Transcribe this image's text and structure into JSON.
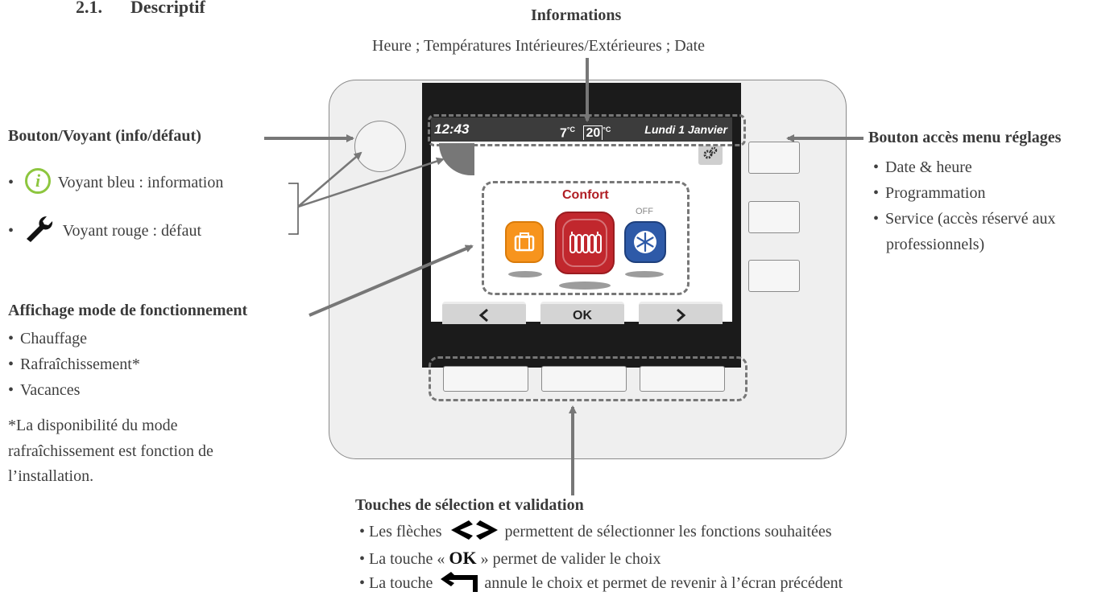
{
  "section": {
    "number": "2.1.",
    "title": "Descriptif"
  },
  "informations": {
    "title": "Informations",
    "detail": "Heure ; Températures Intérieures/Extérieures ; Date"
  },
  "screen": {
    "time": "12:43",
    "temp_out": "7",
    "temp_in": "20",
    "unit": "°C",
    "date": "Lundi 1 Janvier",
    "mode_title": "Confort",
    "off_label": "OFF",
    "nav_left": "<",
    "nav_ok": "OK",
    "nav_right": ">"
  },
  "left_button": {
    "title": "Bouton/Voyant (info/défaut)",
    "info_icon": "i",
    "items": [
      "Voyant bleu : information",
      "Voyant rouge : défaut"
    ]
  },
  "mode_display": {
    "title": "Affichage mode de fonctionnement",
    "items": [
      "Chauffage",
      "Rafraîchissement*",
      "Vacances"
    ],
    "footnote": [
      "*La disponibilité du mode",
      "rafraîchissement est fonction de",
      "l’installation."
    ]
  },
  "settings_button": {
    "title": "Bouton accès menu réglages",
    "items": [
      "Date & heure",
      "Programmation",
      "Service (accès réservé aux",
      "professionnels)"
    ]
  },
  "selection_keys": {
    "title": "Touches de sélection et validation",
    "line1_prefix": "Les flèches",
    "line1_suffix": "permettent de sélectionner les fonctions souhaitées",
    "line2_prefix": "La touche «",
    "line2_ok": "OK",
    "line2_suffix": "» permet de valider le choix",
    "line3_prefix": "La touche",
    "line3_suffix": "annule le choix et permet de revenir à l’écran précédent"
  },
  "colors": {
    "info_green": "#8dc63f",
    "heat_red": "#c1272d",
    "holiday_orange": "#f7941d",
    "cool_blue": "#2e5aa8",
    "arrow_gray": "#777777"
  },
  "icons": [
    "info-icon",
    "wrench-icon",
    "gear-icon",
    "suitcase-icon",
    "radiator-icon",
    "snowflake-icon",
    "chevron-left-icon",
    "chevron-right-icon",
    "back-arrow-icon"
  ]
}
